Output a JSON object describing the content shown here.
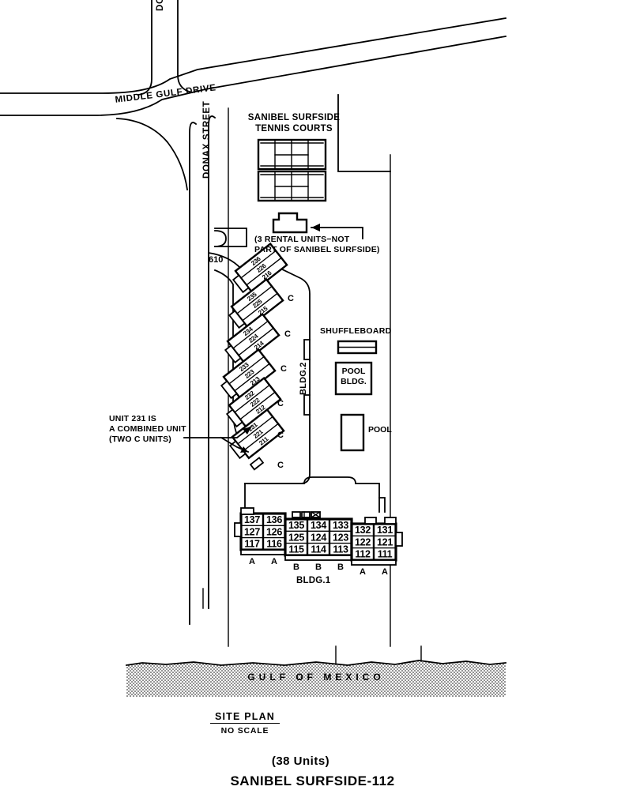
{
  "document": {
    "title": "SANIBEL SURFSIDE-112",
    "unit_count_label": "(38 Units)",
    "plan_label": "SITE  PLAN",
    "scale_label": "NO SCALE"
  },
  "roads": {
    "donax_street_top": "DONAX  STREET",
    "donax_street_mid": "DONAX  STREET",
    "middle_gulf_drive": "MIDDLE  GULF  DRIVE",
    "address_number": "610"
  },
  "water": {
    "label": "GULF OF MEXICO"
  },
  "amenities": {
    "tennis_title_line1": "SANIBEL  SURFSIDE",
    "tennis_title_line2": "TENNIS  COURTS",
    "shuffleboard": "SHUFFLEBOARD",
    "pool_bldg_line1": "POOL",
    "pool_bldg_line2": "BLDG.",
    "pool": "POOL"
  },
  "rental_note": {
    "line1": "(3 RENTAL UNITS−NOT",
    "line2": "PART OF SANIBEL SURFSIDE)"
  },
  "combined_unit_note": {
    "line1": "UNIT 231 IS",
    "line2": "A COMBINED UNIT",
    "line3": "(TWO  C  UNITS)"
  },
  "building2": {
    "label": "BLDG.2",
    "unit_type": "C",
    "blocks": [
      {
        "units": [
          "236",
          "226",
          "216"
        ],
        "type": "C"
      },
      {
        "units": [
          "235",
          "225",
          "215"
        ],
        "type": "C"
      },
      {
        "units": [
          "234",
          "224",
          "214"
        ],
        "type": "C"
      },
      {
        "units": [
          "233",
          "223",
          "213"
        ],
        "type": "C"
      },
      {
        "units": [
          "232",
          "222",
          "212"
        ],
        "type": "C"
      },
      {
        "units": [
          "231",
          "221",
          "211"
        ],
        "type": "C"
      }
    ]
  },
  "building1": {
    "label": "BLDG.1",
    "columns": [
      {
        "units": [
          "137",
          "127",
          "117"
        ],
        "type": "A"
      },
      {
        "units": [
          "136",
          "126",
          "116"
        ],
        "type": "A"
      },
      {
        "units": [
          "135",
          "125",
          "115"
        ],
        "type": "B"
      },
      {
        "units": [
          "134",
          "124",
          "114"
        ],
        "type": "B"
      },
      {
        "units": [
          "133",
          "123",
          "113"
        ],
        "type": "B"
      },
      {
        "units": [
          "132",
          "122",
          "112"
        ],
        "type": "A"
      },
      {
        "units": [
          "131",
          "121",
          "111"
        ],
        "type": "A"
      }
    ]
  },
  "colors": {
    "ink": "#000000",
    "paper": "#ffffff"
  }
}
